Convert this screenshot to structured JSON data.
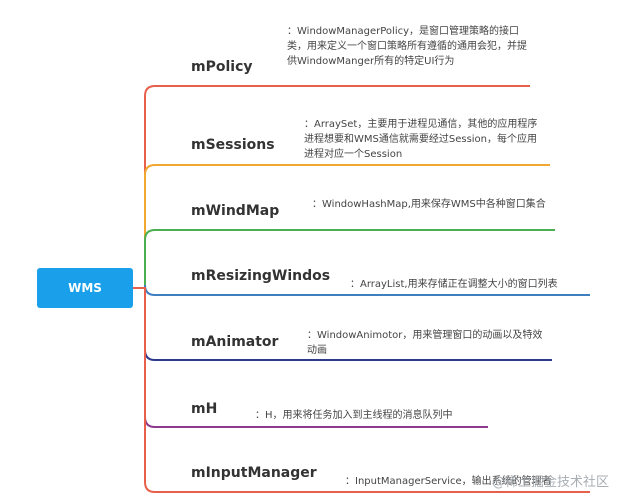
{
  "root": {
    "label": "WMS"
  },
  "branches": [
    {
      "name": "mPolicy",
      "color": "#e8604c",
      "desc": "：WindowManagerPolicy，是窗口管理策略的接口类，用来定义一个窗口策略所有遵循的通用会犯，并提供WindowManger所有的特定UI行为"
    },
    {
      "name": "mSessions",
      "color": "#f0a830",
      "desc": "：ArraySet，主要用于进程见通信，其他的应用程序进程想要和WMS通信就需要经过Session，每个应用进程对应一个Session"
    },
    {
      "name": "mWindMap",
      "color": "#4caf4f",
      "desc": "：WindowHashMap,用来保存WMS中各种窗口集合"
    },
    {
      "name": "mResizingWindos",
      "color": "#3f7fbf",
      "desc": "：ArrayList,用来存储正在调整大小的窗口列表"
    },
    {
      "name": "mAnimator",
      "color": "#2b3a8c",
      "desc": "：WindowAnimotor，用来管理窗口的动画以及特效动画"
    },
    {
      "name": "mH",
      "color": "#8e3a8e",
      "desc": "：H，用来将任务加入到主线程的消息队列中"
    },
    {
      "name": "mInputManager",
      "color": "#e8604c",
      "desc": "：InputManagerService，输出系统的管理者"
    }
  ],
  "watermark": "@稀土掘金技术社区"
}
